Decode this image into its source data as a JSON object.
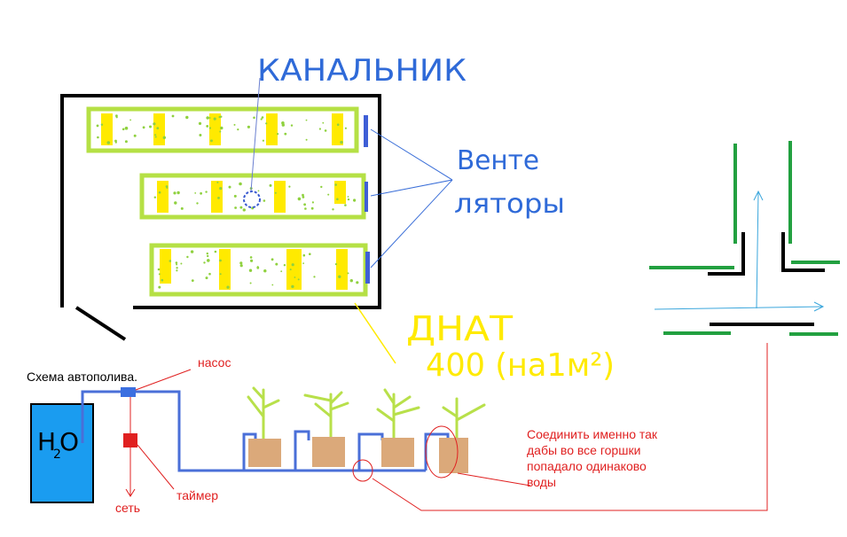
{
  "labels": {
    "duct": "КАНАЛЬНИК",
    "fans_line1": "Венте",
    "fans_line2": "ляторы",
    "lamp_line1": "ДНАТ",
    "lamp_line2": "400 (на1м²)",
    "scheme_title": "Схема автополива.",
    "pump": "насос",
    "timer": "таймер",
    "mains": "сеть",
    "tank_h": "H",
    "tank_sub": "2",
    "tank_o": "O",
    "note_line1": "Соединить именно так",
    "note_line2": "дабы во все горшки",
    "note_line3": "попадало одинаково",
    "note_line4": "воды"
  },
  "colors": {
    "box_outline": "#000000",
    "tray_outline": "#b5e045",
    "tray_bar": "#ffea00",
    "soil_dots": "#8fd13f",
    "fan": "#3f5fd6",
    "pump": "#3b6fe0",
    "pipe": "#4a6fd8",
    "timer": "#e02020",
    "water": "#1a9cf0",
    "pot": "#dba97a",
    "plant": "#b8e04a",
    "lamp_text": "#ffea00",
    "fan_text": "#2f6ad8",
    "note_text": "#e02020",
    "tee_green": "#22a040",
    "tee_black": "#000000",
    "airflow": "#3aa6dc"
  }
}
